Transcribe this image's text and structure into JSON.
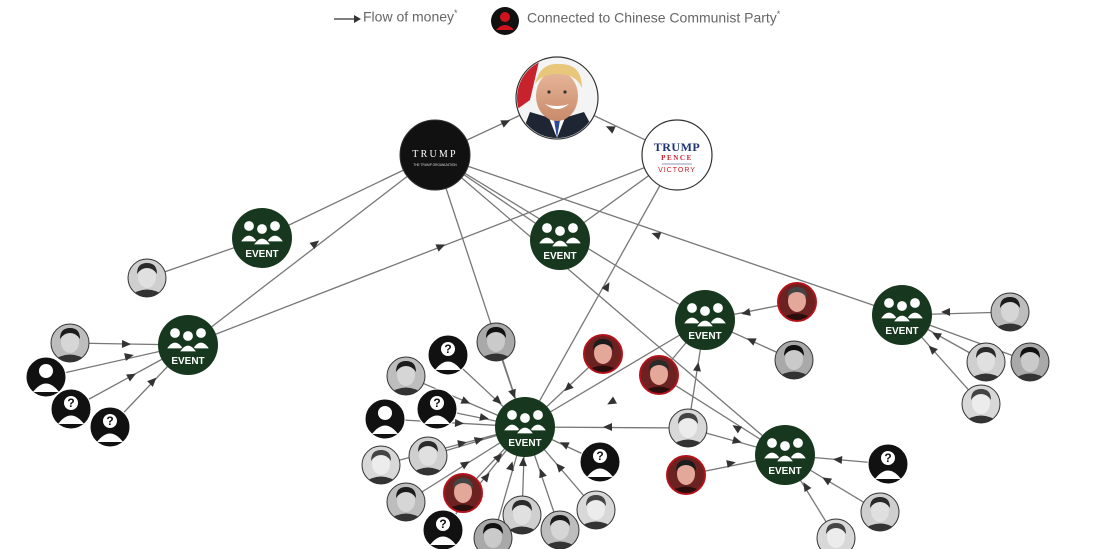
{
  "legend": {
    "money_label": "Flow of money",
    "money_mark": "*",
    "ccp_label": "Connected to Chinese Communist Party",
    "ccp_mark": "*"
  },
  "colors": {
    "event_fill": "#17381e",
    "ccp_ring": "#b3121b",
    "edge": "#777777",
    "arrow": "#444444",
    "node_border": "#333333"
  },
  "nodes": {
    "trump": {
      "kind": "portrait",
      "name": "donald-trump-portrait"
    },
    "trump_org": {
      "kind": "logo",
      "title": "TRUMP",
      "subtitle": "THE TRUMP ORGANIZATION"
    },
    "campaign": {
      "kind": "logo",
      "line1": "TRUMP",
      "line2": "PENCE",
      "line3": "VICTORY"
    },
    "event_label": "EVENT"
  },
  "icons": {
    "event": "group-of-people-icon",
    "unknown": "unknown-person-question-icon",
    "person": "person-silhouette-icon",
    "photo": "person-photo-icon",
    "ccp_photo": "ccp-connected-person-photo-icon"
  }
}
